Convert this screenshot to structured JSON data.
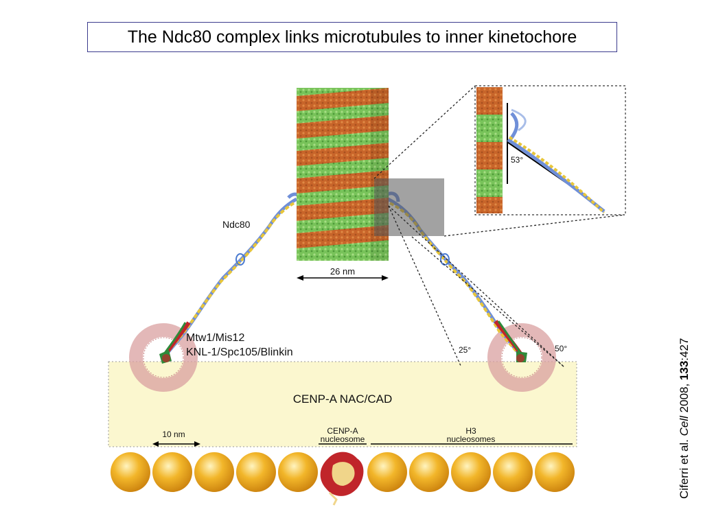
{
  "slide": {
    "title": "The Ndc80 complex links microtubules to inner kinetochore",
    "citation": {
      "authors": "Ciferri et al. ",
      "journal": "Cell",
      "year": " 2008, ",
      "volume": "133",
      "page": ":427"
    }
  },
  "figure": {
    "labels": {
      "ndc80": "Ndc80",
      "width_26nm": "26 nm",
      "mtw1": "Mtw1/Mis12",
      "knl1": "KNL-1/Spc105/Blinkin",
      "angle_25": "25°",
      "angle_50": "50°",
      "angle_53": "53°",
      "cenp_a_nac": "CENP-A NAC/CAD",
      "scale_10nm": "10 nm",
      "cenp_a_nucleosome_line1": "CENP-A",
      "cenp_a_nucleosome_line2": "nucleosome",
      "h3_line1": "H3",
      "h3_line2": "nucleosomes"
    },
    "colors": {
      "tubulin_orange": "#c8652a",
      "tubulin_green": "#7cc35a",
      "ndc80_blue": "#6f8fd8",
      "ndc80_yellow": "#e8c63a",
      "mis12_red": "#c0252a",
      "mis12_green": "#2f8a3a",
      "nac_fill": "#fbf7cf",
      "ring_pink": "#d9a0a0",
      "nucleosome_gold": "#e8a21a"
    }
  }
}
